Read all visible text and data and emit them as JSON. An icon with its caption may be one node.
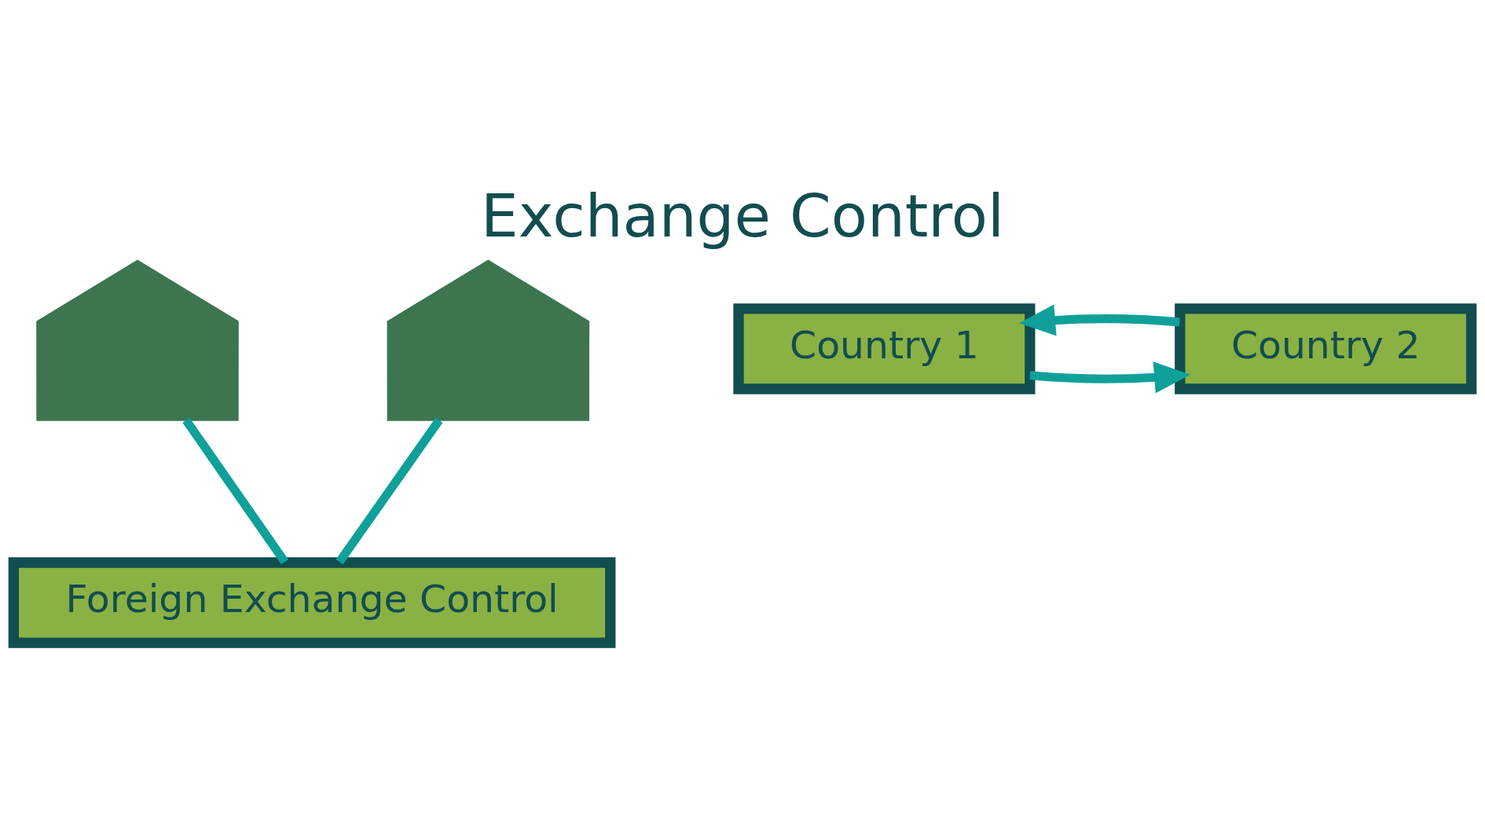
{
  "diagram": {
    "title": "Exchange Control",
    "nodes": [
      {
        "text": [],
        "shape": "building"
      },
      {
        "text": [],
        "shape": "building"
      },
      {
        "text": [
          "Foreign Exchange Control"
        ]
      },
      {
        "text": [
          "Country 1"
        ]
      },
      {
        "text": [
          "Country 2"
        ]
      }
    ],
    "edges": [
      {
        "from": 0,
        "to": 2,
        "arrow": "none"
      },
      {
        "from": 1,
        "to": 2,
        "arrow": "none"
      },
      {
        "from": 3,
        "to": 4,
        "arrow": "to"
      },
      {
        "from": 4,
        "to": 3,
        "arrow": "to"
      }
    ]
  }
}
